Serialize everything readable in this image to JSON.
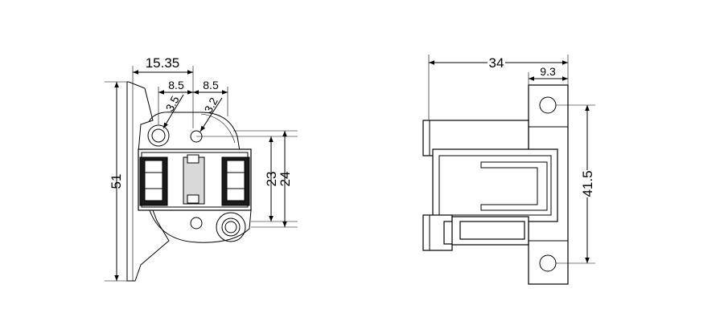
{
  "front_view": {
    "dims": {
      "width_total": "15.35",
      "pitch_left": "8.5",
      "pitch_right": "8.5",
      "hole_left": "3.5",
      "hole_right": "3.2",
      "height_total": "51",
      "inner_23": "23",
      "inner_24": "24"
    }
  },
  "side_view": {
    "dims": {
      "depth_total": "34",
      "flange": "9.3",
      "hole_spacing": "41.5"
    }
  }
}
